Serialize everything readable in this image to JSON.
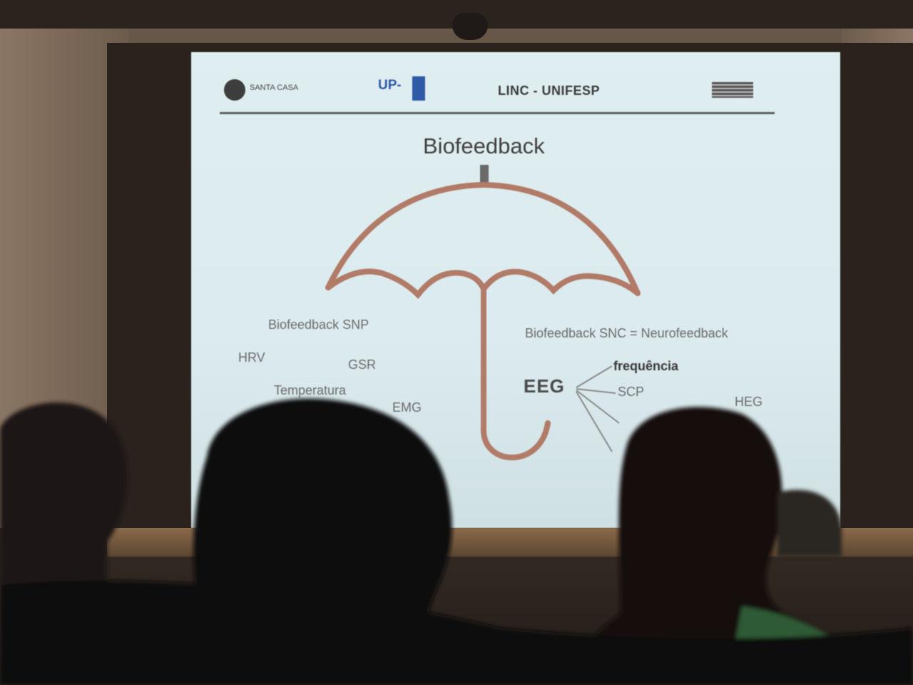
{
  "slide": {
    "header": {
      "logo_left_text": "SANTA CASA",
      "logo_center_text": "UP-",
      "title": "LINC - UNIFESP"
    },
    "title": "Biofeedback",
    "left_branch": {
      "heading": "Biofeedback SNP",
      "items": [
        "HRV",
        "GSR",
        "Temperatura",
        "EMG"
      ]
    },
    "right_branch": {
      "heading": "Biofeedback SNC = Neurofeedback",
      "eeg_label": "EEG",
      "eeg_items": [
        "frequência",
        "SCP",
        "HEG"
      ]
    }
  },
  "colors": {
    "umbrella_stroke": "#b17b68",
    "screen_bg": "#dfeef0",
    "text_dark": "#3a3a3a"
  }
}
